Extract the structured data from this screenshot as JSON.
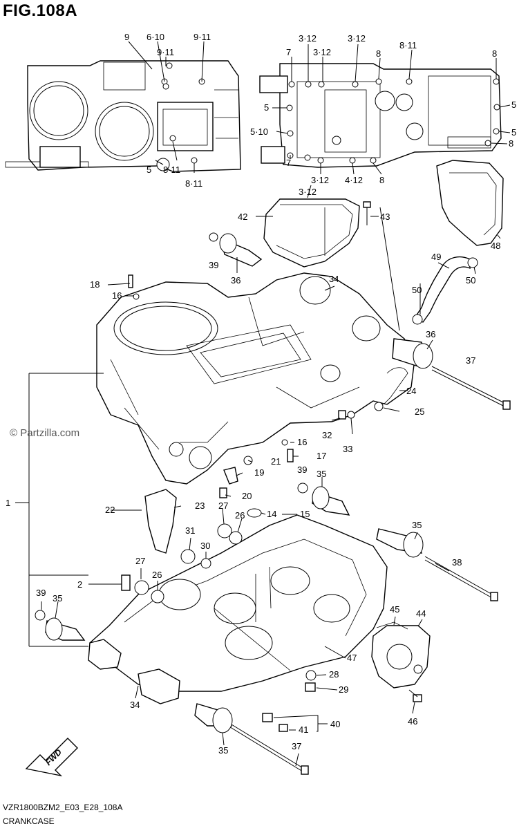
{
  "figure": {
    "title": "FIG.108A",
    "watermark": "© Partzilla.com",
    "code": "VZR1800BZM2_E03_E28_108A",
    "caption": "CRANKCASE",
    "fwd": "FWD"
  },
  "callouts": {
    "l9": "9",
    "l6_10": "6·10",
    "l9_11a": "9·11",
    "l9_11b": "9·11",
    "l5a": "5",
    "l8_11a": "8·11",
    "l8_11b": "8·11",
    "l7a": "7",
    "l3_12a": "3·12",
    "l3_12b": "3·12",
    "l3_12c": "3·12",
    "l8a": "8",
    "l8_11c": "8·11",
    "l8b": "8",
    "l5b": "5",
    "l5c": "5",
    "l5_10": "5·10",
    "l5d": "5",
    "l8c": "8",
    "l7b": "7",
    "l3_12d": "3·12",
    "l4_12": "4·12",
    "l8d": "8",
    "l3_12e": "3·12",
    "l42": "42",
    "l43": "43",
    "l48": "48",
    "l39a": "39",
    "l36a": "36",
    "l49": "49",
    "l50a": "50",
    "l50b": "50",
    "l18": "18",
    "l16a": "16",
    "l34a": "34",
    "l36b": "36",
    "l37a": "37",
    "l24": "24",
    "l25": "25",
    "l32": "32",
    "l33": "33",
    "l16b": "16",
    "l17": "17",
    "l21": "21",
    "l19": "19",
    "l39b": "39",
    "l35a": "35",
    "l1": "1",
    "l22": "22",
    "l23": "23",
    "l20": "20",
    "l27a": "27",
    "l26a": "26",
    "l14": "14",
    "l15": "15",
    "l31": "31",
    "l30": "30",
    "l35b": "35",
    "l38": "38",
    "l27b": "27",
    "l26b": "26",
    "l2": "2",
    "l39c": "39",
    "l35c": "35",
    "l45": "45",
    "l44": "44",
    "l47": "47",
    "l28": "28",
    "l29": "29",
    "l34b": "34",
    "l46": "46",
    "l40": "40",
    "l41": "41",
    "l35d": "35",
    "l37b": "37"
  }
}
